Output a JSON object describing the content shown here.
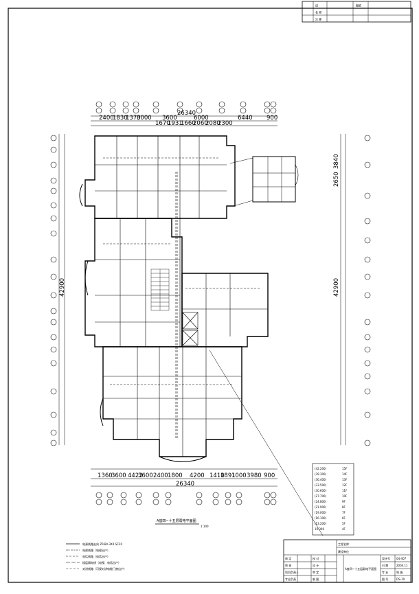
{
  "drawing": {
    "top_overall_dim": "26340",
    "top_row1_dims": [
      "2400",
      "1830",
      "1370",
      "3000",
      "3600",
      "6000",
      "6440",
      "900"
    ],
    "top_row2_dims": [
      "1670",
      "1931",
      "1660",
      "2060",
      "2080",
      "2300"
    ],
    "left_overall_dim": "42900",
    "right_overall_dim": "42900",
    "right_top_dims": [
      "2650",
      "3840"
    ],
    "bottom_overall_dim": "26340",
    "bottom_dims": [
      "1360",
      "3600",
      "4422",
      "3600",
      "2400",
      "1800",
      "4200",
      "1410",
      "1891",
      "1000",
      "3980",
      "900"
    ],
    "plan_title": "A座四~十五层弱电平面图",
    "plan_scale": "1:100"
  },
  "legend": [
    {
      "text": "电源线路走向 ZR-BV-3X4 SC20"
    },
    {
      "text": "电视线路（电视出户）"
    },
    {
      "text": "电话线路（电话出户）"
    },
    {
      "text": "楼层弱电线（电视、电话出户）"
    },
    {
      "text": "对讲线路（可视对讲电缆门禁出户）"
    }
  ],
  "elevations": [
    {
      "level": "(42.200)",
      "floor": "15F"
    },
    {
      "level": "(39.300)",
      "floor": "14F"
    },
    {
      "level": "(36.400)",
      "floor": "13F"
    },
    {
      "level": "(33.500)",
      "floor": "12F"
    },
    {
      "level": "(30.600)",
      "floor": "11F"
    },
    {
      "level": "(27.700)",
      "floor": "10F"
    },
    {
      "level": "(24.800)",
      "floor": "9F"
    },
    {
      "level": "(21.900)",
      "floor": "8F"
    },
    {
      "level": "(19.000)",
      "floor": "7F"
    },
    {
      "level": "(16.100)",
      "floor": "6F"
    },
    {
      "level": "(13.200)",
      "floor": "5F"
    },
    {
      "level": "10.300",
      "floor": "4F"
    }
  ],
  "title_block_top": {
    "r1c1": "设",
    "r1c2": "图纸",
    "r2c1": "名 称",
    "r3c1": "注 意"
  },
  "title_block_bottom": {
    "project_label": "工程名称",
    "project_value": "",
    "client_label": "建设单位",
    "drawing_name": "A座四~十五层弱电平面图",
    "rows": [
      {
        "c1": "审 定",
        "c2": "校 对",
        "c3": "设计号",
        "c4": "04-407"
      },
      {
        "c1": "审 核",
        "c2": "设 计",
        "c3": "日 期",
        "c4": "2004.11"
      },
      {
        "c1": "项目负责人",
        "c2": "审 定",
        "c3": "专 业",
        "c4": "电 施"
      },
      {
        "c1": "专业负责",
        "c2": "制 图",
        "c3": "图 号",
        "c4": "DS-10"
      }
    ]
  }
}
